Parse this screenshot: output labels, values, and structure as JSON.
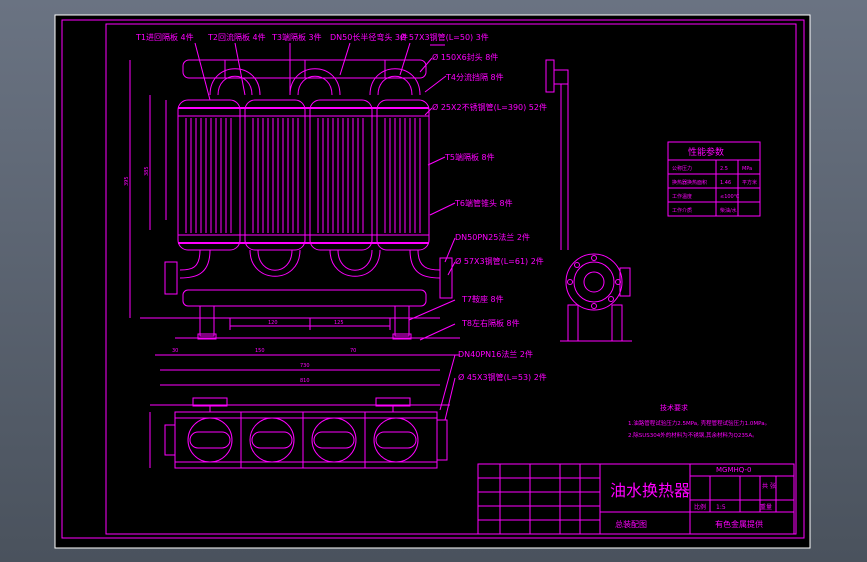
{
  "drawing": {
    "title": "油水换热器",
    "subtitle": "总装配图",
    "drawing_no": "MGMHQ-0",
    "scale_label": "比例",
    "scale_value": "1:5",
    "sheet_label": "共 张",
    "weight_label": "重量",
    "company": "有色金属提供"
  },
  "callouts": [
    "T1进回隔板 4件",
    "T2回流隔板 4件",
    "T3端隔板 3件",
    "DN50长半径弯头 3件",
    "Ø 57X3钢管(L=50) 3件",
    "Ø 150X6封头 8件",
    "T4分流挡隔 8件",
    "Ø 25X2不锈钢管(L=390) 52件",
    "T5端隔板 8件",
    "T6端管锥头 8件",
    "DN50PN25法兰 2件",
    "Ø 57X3钢管(L=61) 2件",
    "T7鞍座 8件",
    "T8左右隔板 8件",
    "DN40PN16法兰 2件",
    "Ø 45X3钢管(L=53) 2件"
  ],
  "params": {
    "title": "性能参数",
    "rows": [
      {
        "label": "公称压力",
        "value": "2.5",
        "unit": "MPa"
      },
      {
        "label": "换热器换热面积",
        "value": "1.46",
        "unit": "平方米"
      },
      {
        "label": "工作温度",
        "value": "≤100℃",
        "unit": ""
      },
      {
        "label": "工作介质",
        "value": "柴油/水",
        "unit": ""
      }
    ]
  },
  "tech": {
    "title": "技术要求",
    "lines": [
      "1.油路管程试验压力2.5MPa, 壳程管程试验压力1.0MPa。",
      "2.除SUS304外的材料为不锈钢,其余材料为Q235A。"
    ]
  },
  "dims": {
    "height": "395",
    "inner_height": "385",
    "w1": "120",
    "w2": "125",
    "b1": "30",
    "b2": "150",
    "b3": "70",
    "total": "730",
    "overall": "810"
  },
  "colors": {
    "line": "#ff00ff",
    "frame": "#ffffff",
    "paper": "#000000"
  }
}
